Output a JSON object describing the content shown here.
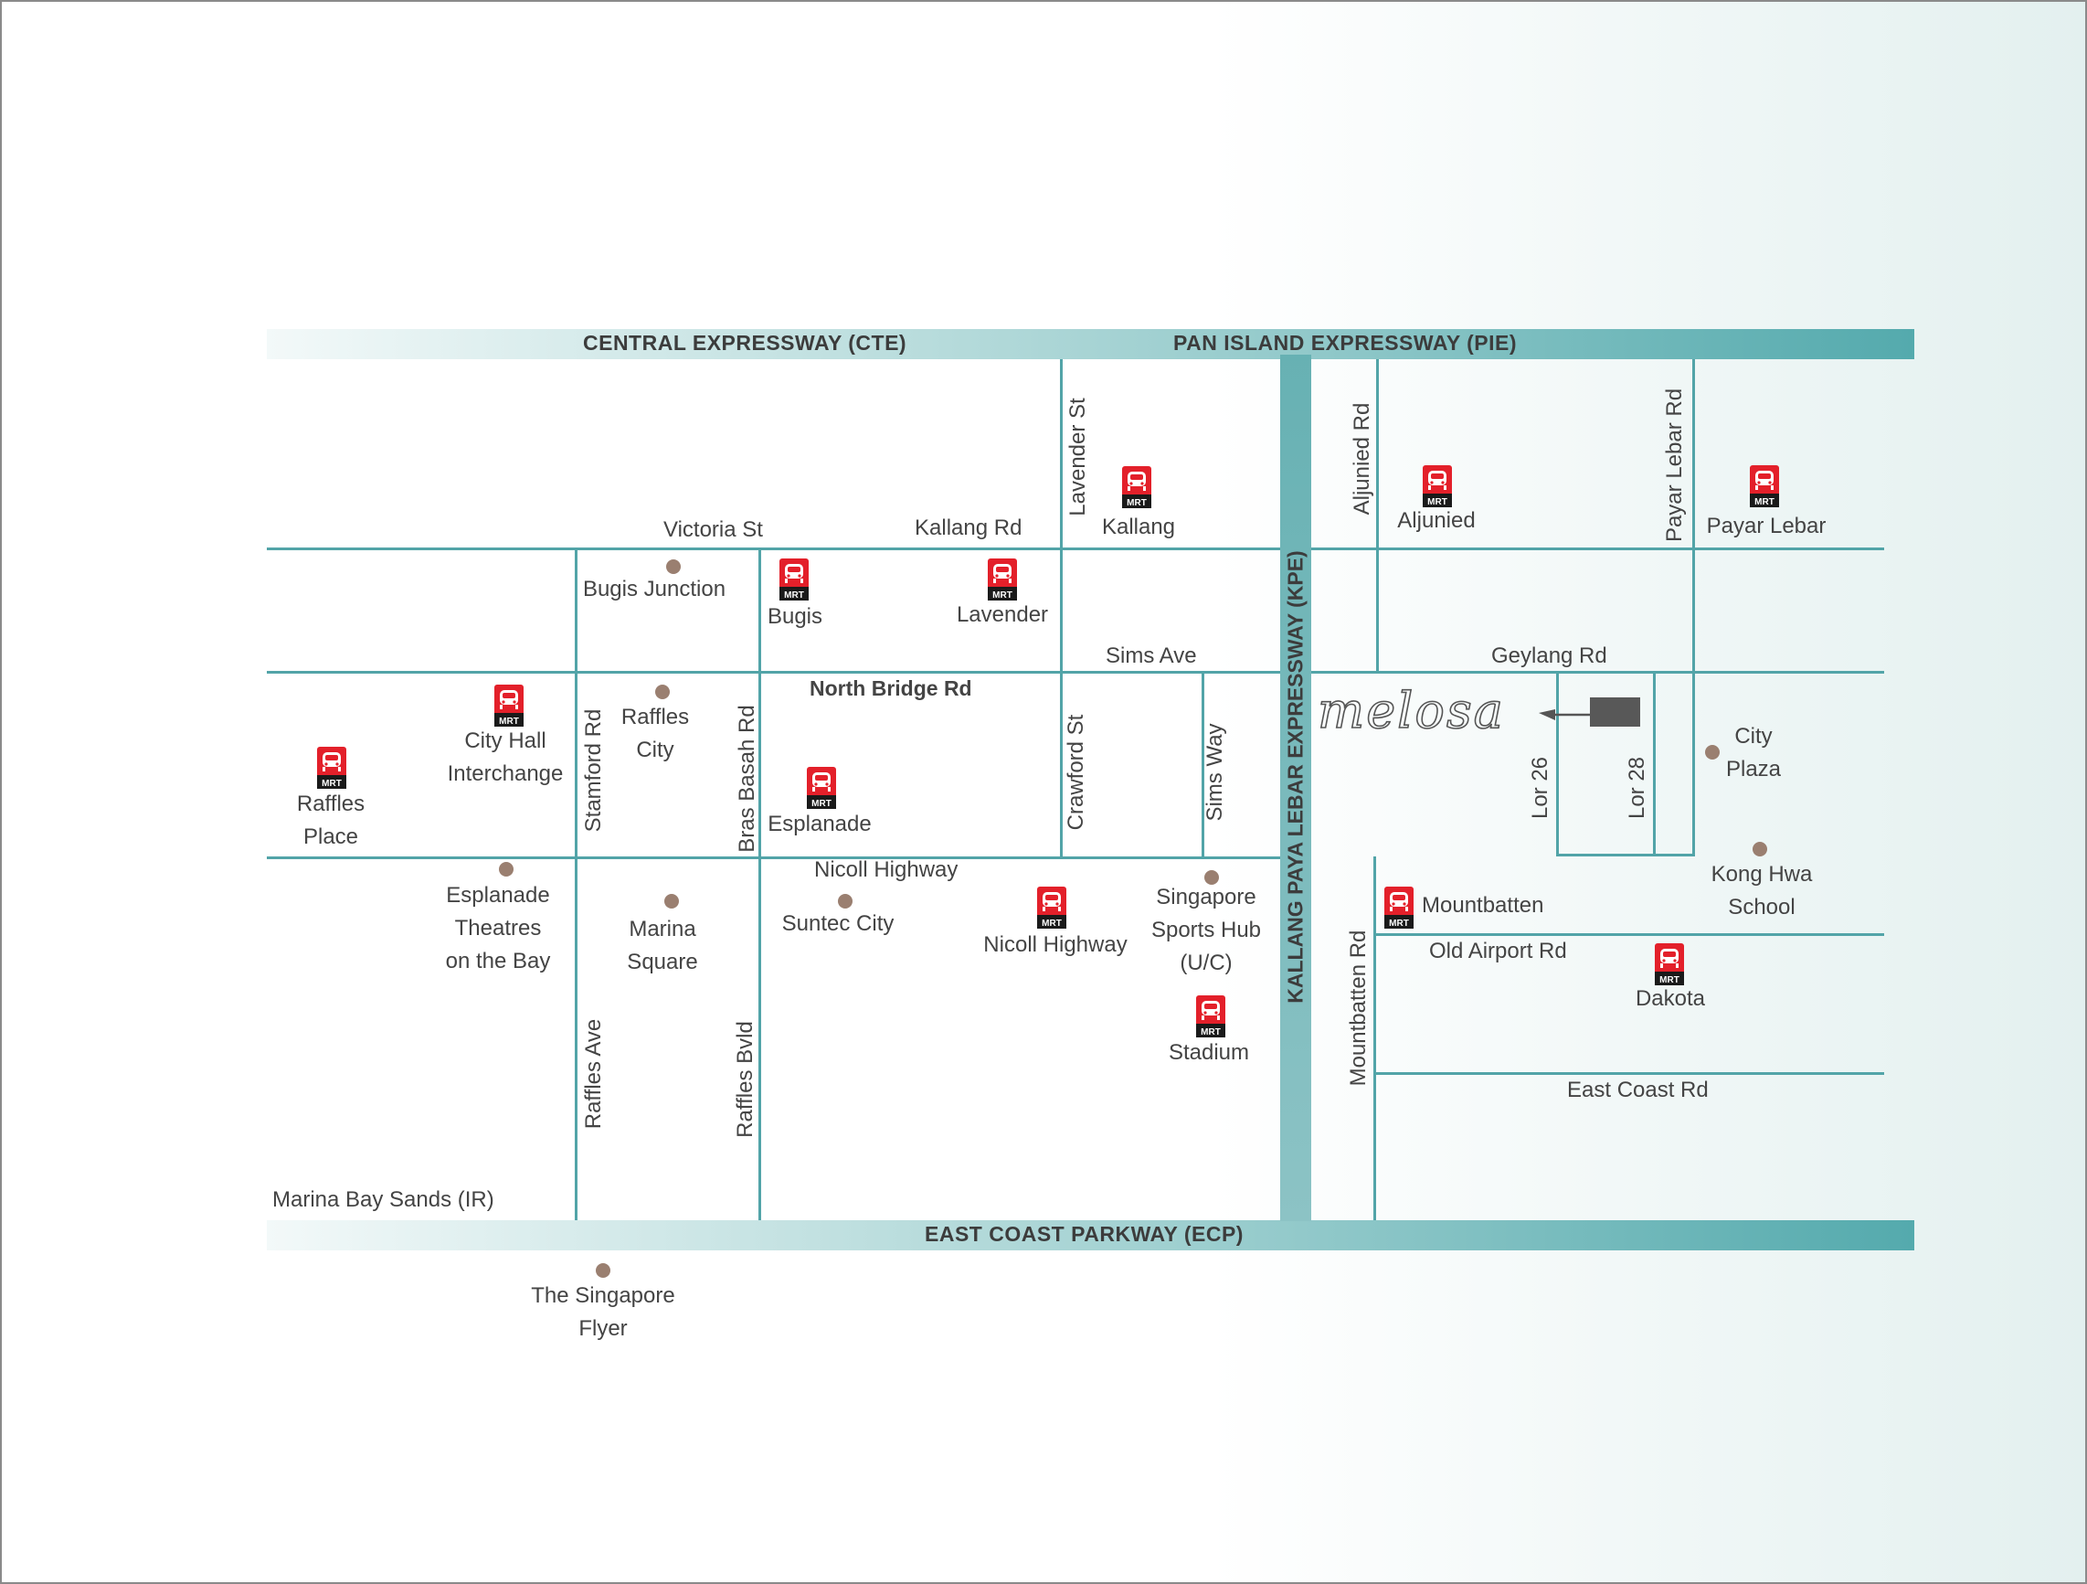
{
  "map": {
    "expressways": {
      "cte": "CENTRAL EXPRESSWAY (CTE)",
      "pie": "PAN ISLAND EXPRESSWAY (PIE)",
      "kpe": "KALLANG PAYA LEBAR EXPRESSWAY (KPE)",
      "ecp": "EAST COAST PARKWAY (ECP)"
    },
    "roads": {
      "victoria_st": "Victoria St",
      "kallang_rd": "Kallang Rd",
      "lavender_st": "Lavender St",
      "aljunied_rd": "Aljunied Rd",
      "payar_lebar_rd": "Payar Lebar Rd",
      "sims_ave": "Sims Ave",
      "geylang_rd": "Geylang Rd",
      "north_bridge_rd": "North Bridge Rd",
      "stamford_rd": "Stamford Rd",
      "bras_basah_rd": "Bras Basah Rd",
      "crawford_st": "Crawford St",
      "sims_way": "Sims Way",
      "lor_26": "Lor 26",
      "lor_28": "Lor 28",
      "nicoll_highway": "Nicoll Highway",
      "mountbatten_rd": "Mountbatten Rd",
      "old_airport_rd": "Old Airport Rd",
      "east_coast_rd": "East Coast Rd",
      "raffles_ave": "Raffles Ave",
      "raffles_bvld": "Raffles Bvld"
    },
    "mrt_stations": {
      "icon_text": "MRT",
      "kallang": "Kallang",
      "aljunied": "Aljunied",
      "payar_lebar": "Payar Lebar",
      "bugis": "Bugis",
      "lavender": "Lavender",
      "city_hall": [
        "City Hall",
        "Interchange"
      ],
      "raffles_place": [
        "Raffles",
        "Place"
      ],
      "esplanade": "Esplanade",
      "mountbatten": "Mountbatten",
      "dakota": "Dakota",
      "nicoll_highway": "Nicoll Highway",
      "stadium": "Stadium"
    },
    "landmarks": {
      "bugis_junction": "Bugis Junction",
      "raffles_city": [
        "Raffles",
        "City"
      ],
      "city_plaza": [
        "City",
        "Plaza"
      ],
      "kong_hwa_school": [
        "Kong Hwa",
        "School"
      ],
      "esplanade_theatres": [
        "Esplanade",
        "Theatres",
        "on the Bay"
      ],
      "marina_square": [
        "Marina",
        "Square"
      ],
      "suntec_city": "Suntec City",
      "sports_hub": [
        "Singapore",
        "Sports Hub",
        "(U/C)"
      ],
      "marina_bay_sands": "Marina Bay Sands (IR)",
      "singapore_flyer": [
        "The Singapore",
        "Flyer"
      ]
    },
    "project": {
      "logo_text": "melosa"
    },
    "colors": {
      "road": "#52a4a8",
      "mrt_red": "#e3202a",
      "landmark_dot": "#9a7f70",
      "band_dark": "#54aaad"
    }
  }
}
